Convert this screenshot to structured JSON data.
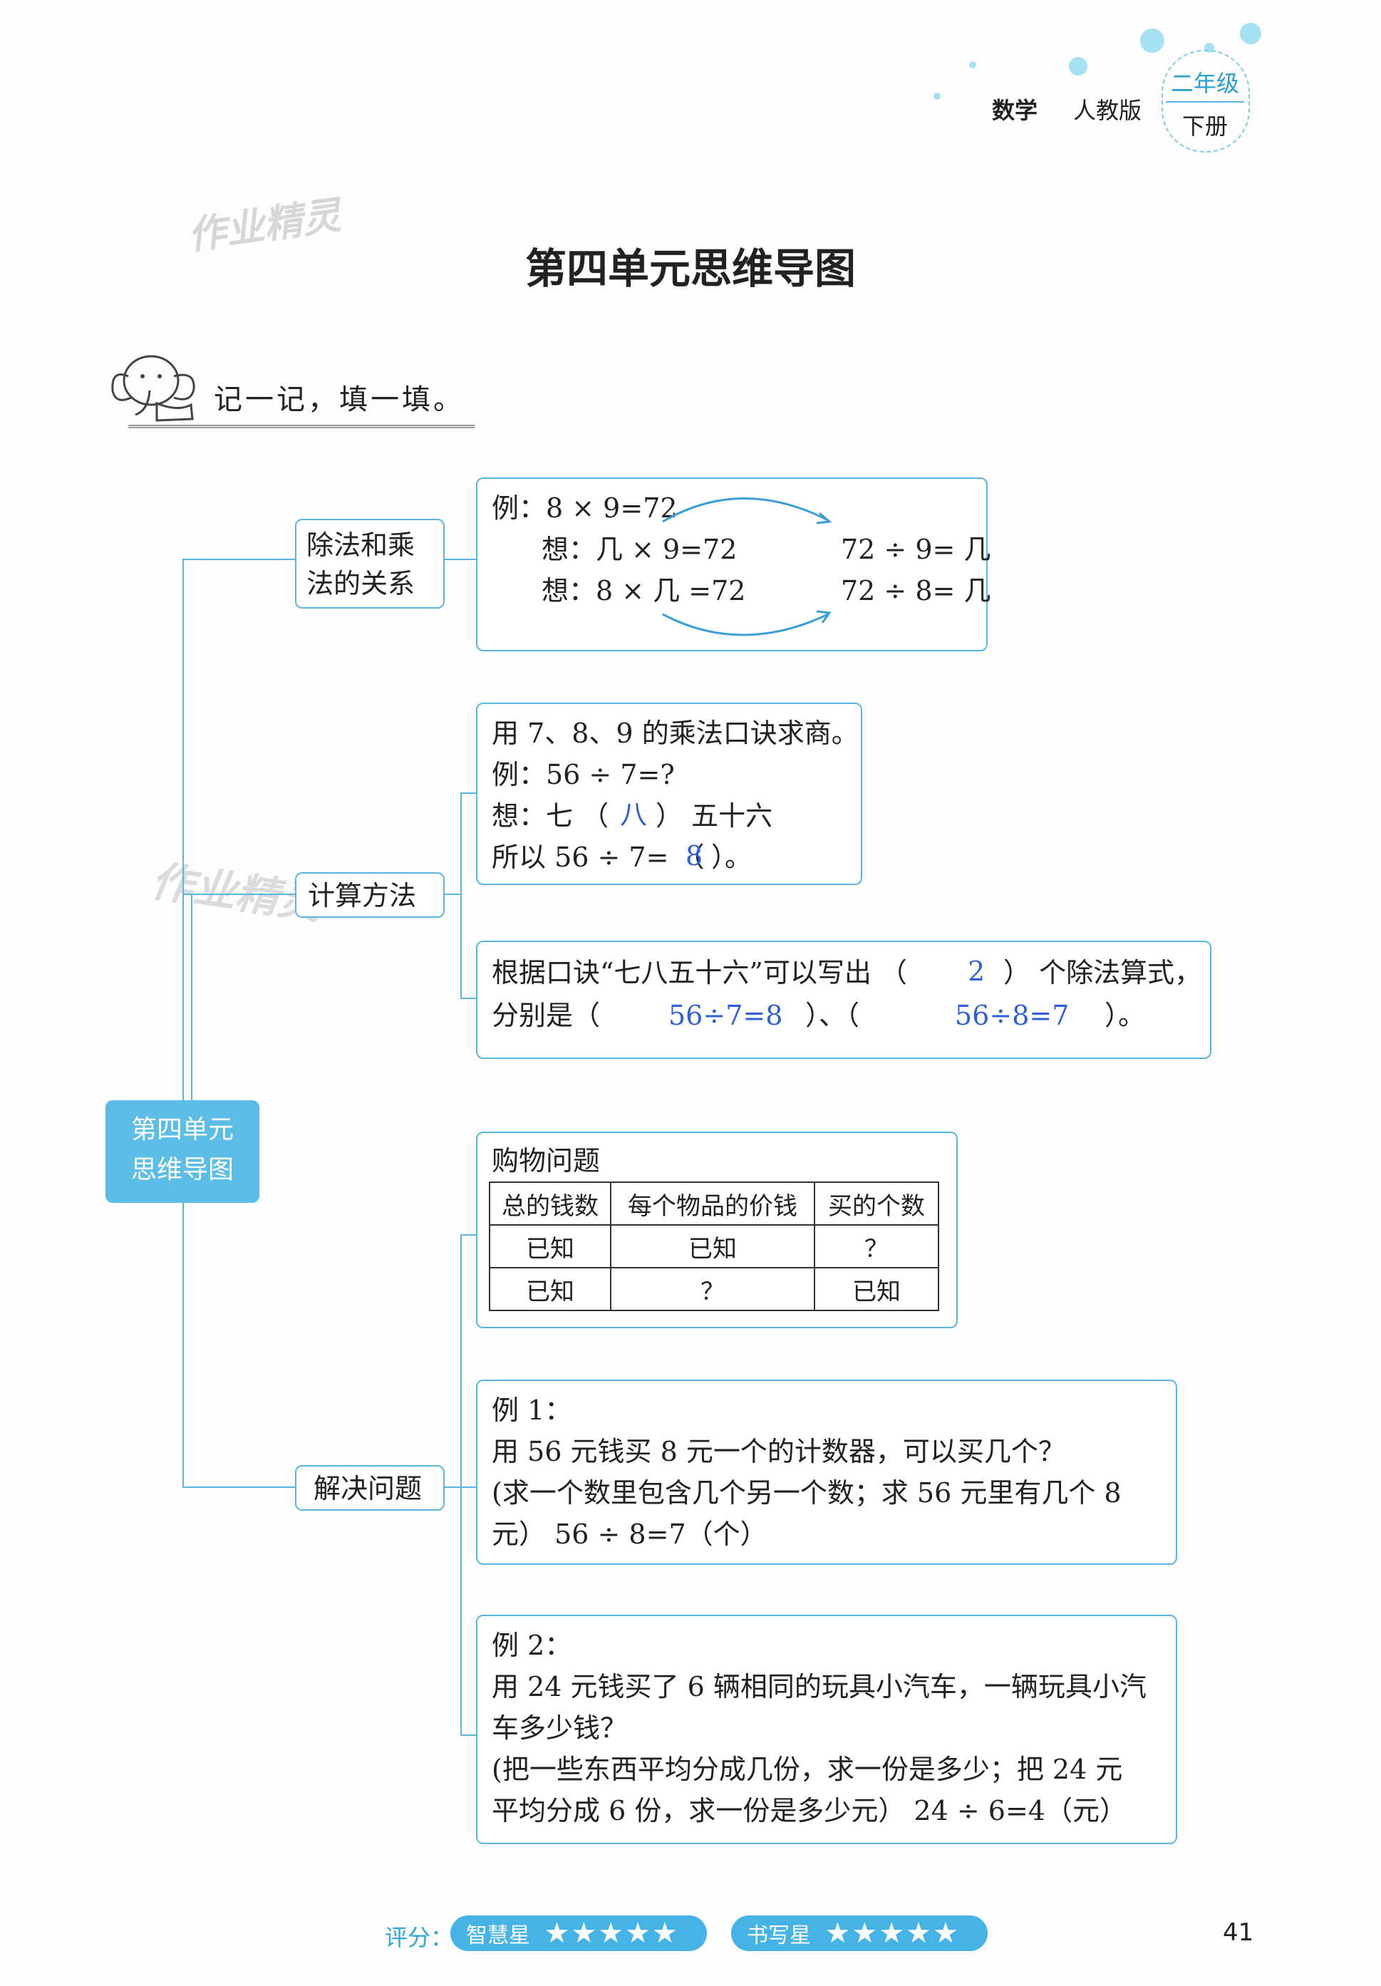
{
  "header": {
    "subject": "数学",
    "edition": "人教版",
    "grade": "二年级",
    "volume": "下册"
  },
  "watermarks": [
    "作业精灵",
    "作业精灵"
  ],
  "title": "第四单元思维导图",
  "section_label": "记一记，填一填。",
  "root_node": {
    "line1": "第四单元",
    "line2": "思维导图"
  },
  "branches": {
    "relation": {
      "label_line1": "除法和乘",
      "label_line2": "法的关系",
      "example": "例：8 × 9=72",
      "think1": "想：几 × 9=72",
      "think2": "想：8 × 几 =72",
      "div1": "72 ÷ 9= 几",
      "div2": "72 ÷ 8= 几"
    },
    "method": {
      "label": "计算方法",
      "box1": {
        "line1": "用 7、8、9 的乘法口诀求商。",
        "line2": "例：56 ÷ 7=?",
        "line3_prefix": "想：七 （",
        "line3_answer": "八",
        "line3_suffix": "） 五十六",
        "line4_prefix": "所以 56 ÷ 7= （",
        "line4_answer": "8",
        "line4_suffix": "）。"
      },
      "box2": {
        "line1_prefix": "根据口诀“七八五十六”可以写出 （",
        "line1_answer": "2",
        "line1_suffix": "） 个除法算式，",
        "line2_prefix": "分别是（",
        "answer_a": "56÷7=8",
        "middle": "）、（",
        "answer_b": "56÷8=7",
        "line2_suffix": "）。"
      }
    },
    "problems": {
      "label": "解决问题",
      "shopping": {
        "title": "购物问题",
        "headers": [
          "总的钱数",
          "每个物品的价钱",
          "买的个数"
        ],
        "rows": [
          [
            "已知",
            "已知",
            "？"
          ],
          [
            "已知",
            "？",
            "已知"
          ]
        ]
      },
      "example1": {
        "line1": "例 1：",
        "line2": "用 56 元钱买 8 元一个的计数器，可以买几个？",
        "line3": "(求一个数里包含几个另一个数；求 56 元里有几个 8",
        "line4": "元）  56 ÷ 8=7（个）"
      },
      "example2": {
        "line1": "例 2：",
        "line2": "用 24 元钱买了 6 辆相同的玩具小汽车，一辆玩具小汽",
        "line3": "车多少钱？",
        "line4": "(把一些东西平均分成几份，求一份是多少；把 24 元",
        "line5": "平均分成 6 份，求一份是多少元）  24 ÷ 6=4（元）"
      }
    }
  },
  "footer": {
    "score_label": "评分：",
    "pill1_label": "智慧星",
    "pill2_label": "书写星",
    "stars1": "★★★★★",
    "stars2": "★★★★★",
    "page_number": "41"
  }
}
